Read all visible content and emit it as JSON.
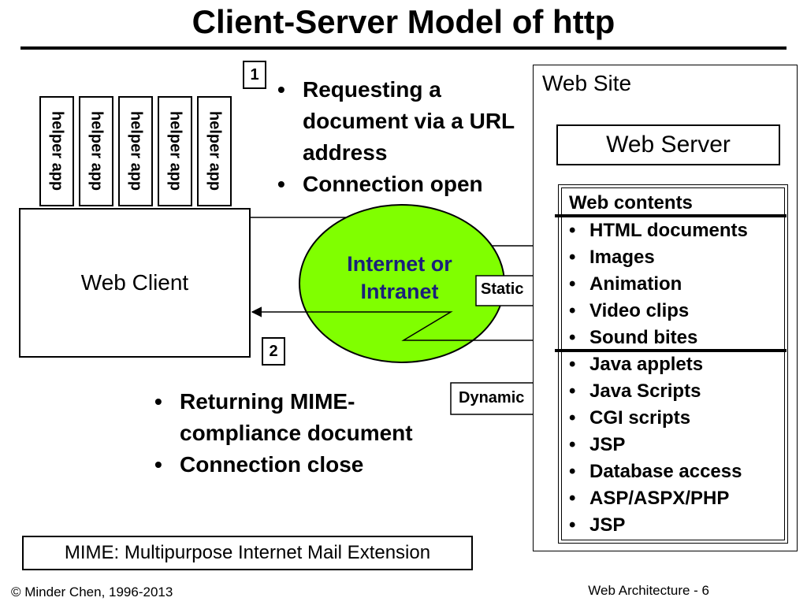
{
  "title": "Client-Server Model of http",
  "step1": {
    "number": "1",
    "items": [
      "Requesting a document via a URL address",
      "Connection open"
    ]
  },
  "step2": {
    "number": "2",
    "items": [
      "Returning MIME-compliance document",
      "Connection close"
    ]
  },
  "client": {
    "label": "Web Client",
    "helpers": [
      "helper app",
      "helper app",
      "helper app",
      "helper app",
      "helper app"
    ]
  },
  "network": {
    "label_line1": "Internet or",
    "label_line2": "Intranet"
  },
  "website": {
    "label": "Web Site",
    "server_label": "Web Server",
    "contents_heading": "Web contents",
    "static_label": "Static",
    "dynamic_label": "Dynamic",
    "static_items": [
      "HTML documents",
      "Images",
      "Animation",
      "Video clips",
      "Sound bites"
    ],
    "dynamic_items": [
      "Java applets",
      "Java Scripts",
      "CGI scripts",
      "JSP",
      "Database access",
      "ASP/ASPX/PHP",
      "JSP"
    ]
  },
  "mime_note": "MIME: Multipurpose Internet Mail Extension",
  "footer": {
    "left": "© Minder Chen, 1996-2013",
    "right": "Web Architecture - 6"
  },
  "colors": {
    "cloud_fill": "#80ff00",
    "cloud_text": "#1a1f7a"
  }
}
